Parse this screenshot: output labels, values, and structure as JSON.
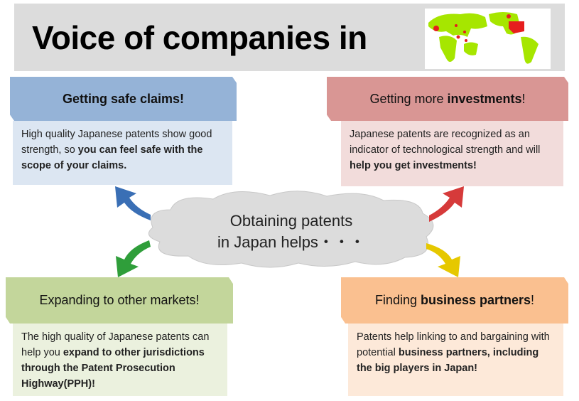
{
  "title": "Voice of companies in",
  "center": {
    "line1": "Obtaining patents",
    "line2": "in Japan helps・・・"
  },
  "cards": [
    {
      "heading": [
        {
          "t": "Getting safe claims!",
          "b": true
        }
      ],
      "body": [
        {
          "t": "High quality Japanese patents show good strength, so ",
          "b": false
        },
        {
          "t": "you can feel safe with the scope of your claims.",
          "b": true
        }
      ]
    },
    {
      "heading": [
        {
          "t": "Getting more ",
          "b": false
        },
        {
          "t": "investments",
          "b": true
        },
        {
          "t": "!",
          "b": false
        }
      ],
      "body": [
        {
          "t": "Japanese patents are recognized as an indicator of technological strength and will ",
          "b": false
        },
        {
          "t": "help you get investments!",
          "b": true
        }
      ]
    },
    {
      "heading": [
        {
          "t": "Expanding to other markets!",
          "b": false
        }
      ],
      "body": [
        {
          "t": "The high quality of Japanese patents can help you ",
          "b": false
        },
        {
          "t": "expand to other jurisdictions through the Patent Prosecution Highway(PPH)!",
          "b": true
        }
      ]
    },
    {
      "heading": [
        {
          "t": "Finding ",
          "b": false
        },
        {
          "t": "business partners",
          "b": true
        },
        {
          "t": "!",
          "b": false
        }
      ],
      "body": [
        {
          "t": "Patents help linking to and bargaining with potential ",
          "b": false
        },
        {
          "t": "business partners, including the big players in Japan!",
          "b": true
        }
      ]
    }
  ],
  "colors": {
    "blue": "#95b3d7",
    "blue_light": "#dce6f2",
    "red": "#d99694",
    "red_light": "#f2dcdb",
    "green": "#c3d69b",
    "green_light": "#ebf1de",
    "orange": "#fac090",
    "orange_light": "#fde9d9"
  }
}
